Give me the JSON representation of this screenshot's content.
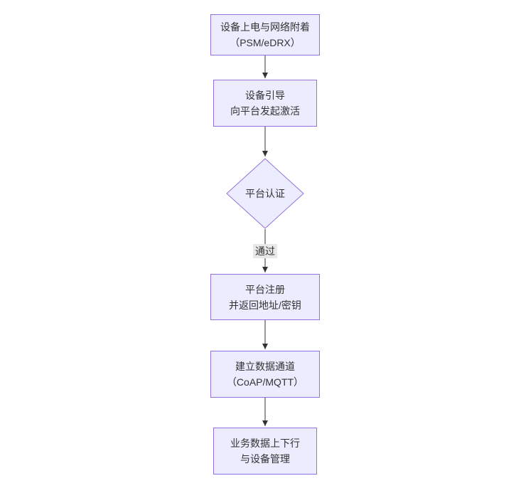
{
  "diagram": {
    "type": "flowchart",
    "direction": "top-down",
    "colors": {
      "bg": "#ffffff",
      "node_fill": "#ECECFF",
      "node_border": "#9370DB",
      "text_color": "#333333",
      "arrow_color": "#333333",
      "edge_label_bg": "#e8e8e8"
    },
    "nodes": [
      {
        "id": "power",
        "shape": "rect",
        "lines": [
          "设备上电与网络附着",
          "（PSM/eDRX）"
        ]
      },
      {
        "id": "bootstrap",
        "shape": "rect",
        "lines": [
          "设备引导",
          "向平台发起激活"
        ]
      },
      {
        "id": "auth",
        "shape": "diamond",
        "lines": [
          "平台认证"
        ]
      },
      {
        "id": "register",
        "shape": "rect",
        "lines": [
          "平台注册",
          "并返回地址/密钥"
        ]
      },
      {
        "id": "channel",
        "shape": "rect",
        "lines": [
          "建立数据通道",
          "（CoAP/MQTT）"
        ]
      },
      {
        "id": "business",
        "shape": "rect",
        "lines": [
          "业务数据上下行",
          "与设备管理"
        ]
      }
    ],
    "edges": [
      {
        "from": "power",
        "to": "bootstrap",
        "label": ""
      },
      {
        "from": "bootstrap",
        "to": "auth",
        "label": ""
      },
      {
        "from": "auth",
        "to": "register",
        "label": "通过"
      },
      {
        "from": "register",
        "to": "channel",
        "label": ""
      },
      {
        "from": "channel",
        "to": "business",
        "label": ""
      }
    ]
  }
}
